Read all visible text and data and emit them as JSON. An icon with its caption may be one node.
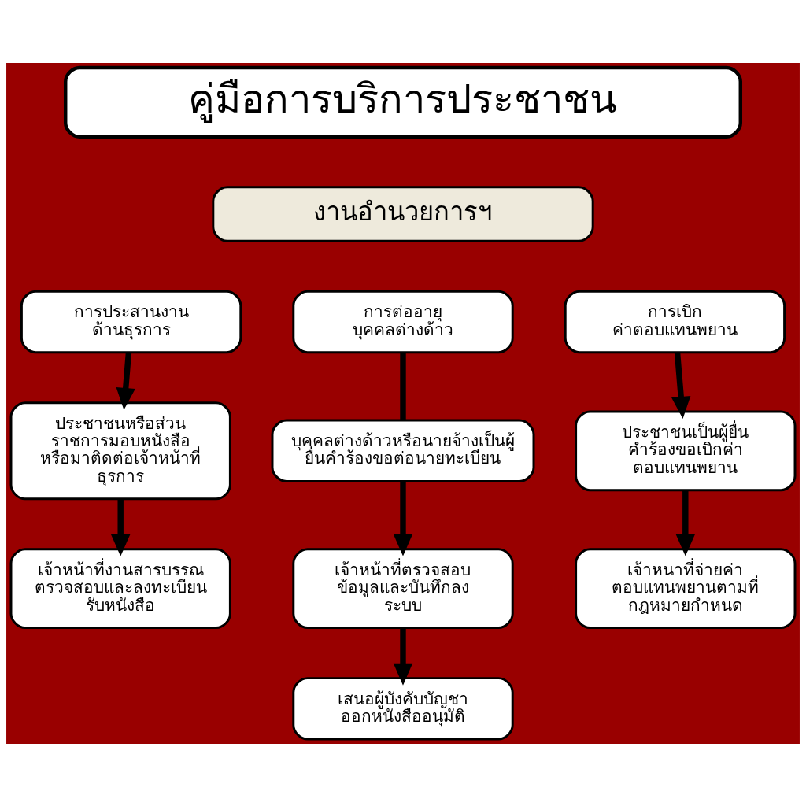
{
  "diagram": {
    "title": "คู่มือการบริการประชาชน",
    "nodes": [
      {
        "text": [
          "งานอำนวยการฯ"
        ]
      },
      {
        "text": [
          "การประสานงาน ด้านธุรการ"
        ]
      },
      {
        "text": [
          "ประชาชนหรือส่วน ราชการมอบหนังสือ หรือมาติดต่อเจ้าหน้าที่ ธุรการ"
        ]
      },
      {
        "text": [
          "เจ้าหน้าที่งานสารบรรณ ตรวจสอบและลงทะเบียน รับหนังสือ"
        ]
      },
      {
        "text": [
          "การต่ออายุ บุคคลต่างด้าว"
        ]
      },
      {
        "text": [
          "บุคคลต่างด้าวหรือนายจ้างเป็นผู้ ยื่นคำร้องขอต่อนายทะเบียน"
        ]
      },
      {
        "text": [
          "เจ้าหน้าที่ตรวจสอบ ข้อมูลและบันทึกลง ระบบ"
        ]
      },
      {
        "text": [
          "เสนอผู้บังคับบัญชา ออกหนังสืออนุมัติ"
        ]
      },
      {
        "text": [
          "การเบิก ค่าตอบแทนพยาน"
        ]
      },
      {
        "text": [
          "ประชาชนเป็นผู้ยื่น คำร้องขอเบิกค่า ตอบแทนพยาน"
        ]
      },
      {
        "text": [
          "เจ้าหนาที่จ่ายค่า ตอบแทนพยานตามที่ กฎหมายกำหนด"
        ]
      }
    ],
    "edges": [
      {
        "from": 1,
        "to": 2,
        "arrow": "to"
      },
      {
        "from": 2,
        "to": 3,
        "arrow": "to"
      },
      {
        "from": 4,
        "to": 5,
        "arrow": "none"
      },
      {
        "from": 5,
        "to": 6,
        "arrow": "to"
      },
      {
        "from": 6,
        "to": 7,
        "arrow": "to"
      },
      {
        "from": 8,
        "to": 9,
        "arrow": "to"
      },
      {
        "from": 9,
        "to": 10,
        "arrow": "to"
      }
    ]
  }
}
